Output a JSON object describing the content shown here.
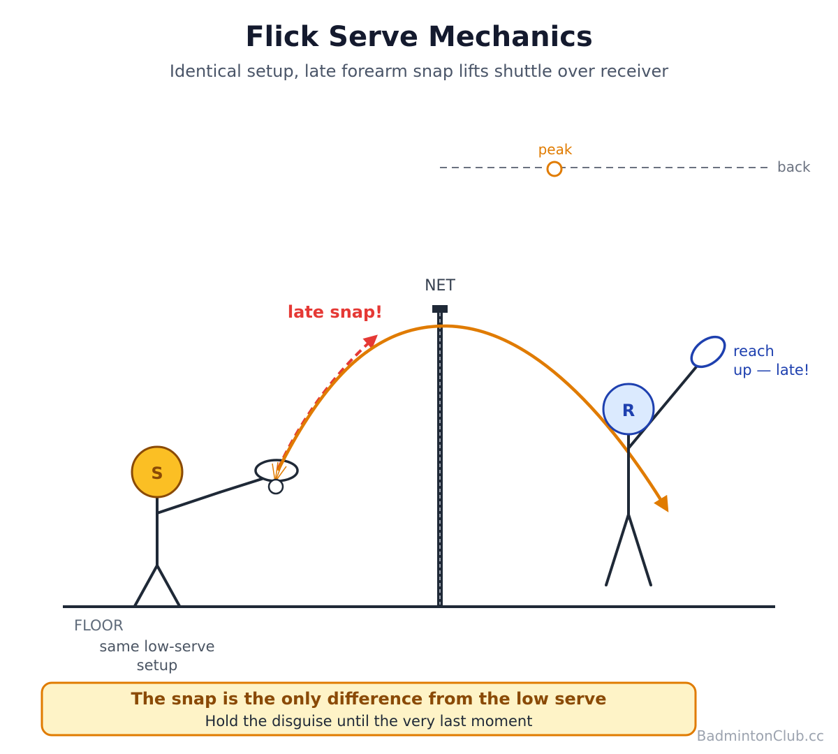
{
  "header": {
    "title": "Flick Serve Mechanics",
    "subtitle": "Identical setup, late forearm snap lifts shuttle over receiver"
  },
  "labels": {
    "peak": "peak",
    "back": "back",
    "net": "NET",
    "late_snap": "late snap!",
    "server_initial": "S",
    "receiver_initial": "R",
    "reach_line1": "reach",
    "reach_line2": "up — late!",
    "floor": "FLOOR",
    "setup_line1": "same low-serve",
    "setup_line2": "setup"
  },
  "callout": {
    "title": "The snap is the only difference from the low serve",
    "subtitle": "Hold the disguise until the very last moment"
  },
  "credit": "BadmintonClub.cc",
  "colors": {
    "trajectory": "#e07b00",
    "snap_arrow": "#e53935",
    "server_fill": "#fbbf24",
    "server_stroke": "#8a4a06",
    "receiver_fill": "#dbeafe",
    "receiver_stroke": "#1e40af",
    "callout_fill": "#fef3c7",
    "callout_stroke": "#e07b00",
    "figure": "#1f2937"
  }
}
